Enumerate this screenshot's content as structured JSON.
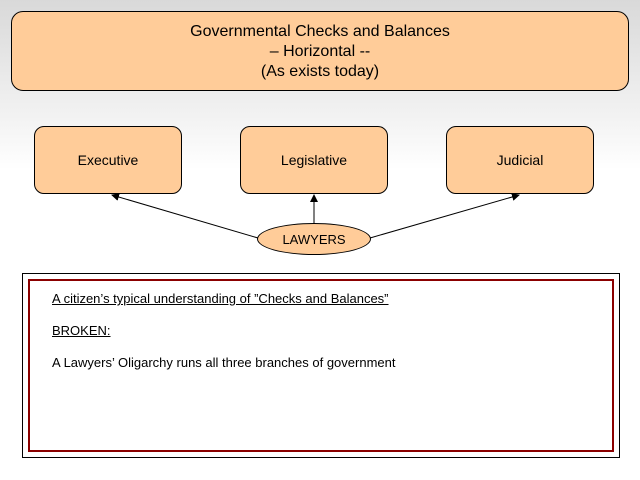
{
  "title": {
    "line1": "Governmental Checks and Balances",
    "line2": "– Horizontal --",
    "line3": "(As exists today)"
  },
  "branches": {
    "executive": "Executive",
    "legislative": "Legislative",
    "judicial": "Judicial"
  },
  "center_node": "LAWYERS",
  "text_panel": {
    "heading": "A citizen’s typical understanding of ”Checks and Balances”",
    "status": "BROKEN:",
    "statement": "A Lawyers’ Oligarchy runs all three branches of government"
  },
  "colors": {
    "box_fill": "#ffcc99",
    "border": "#000000",
    "panel_inner_border": "#8b0000"
  }
}
